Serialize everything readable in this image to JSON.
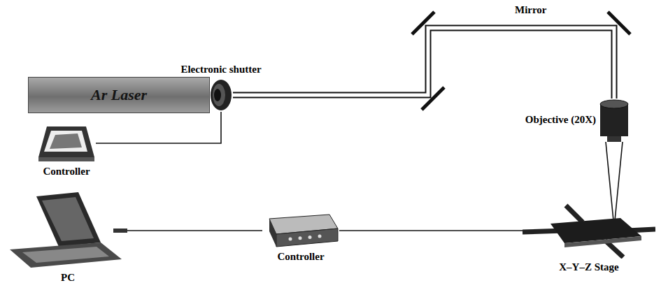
{
  "diagram": {
    "nodes": [
      {
        "text": [
          "Ar Laser"
        ]
      },
      {
        "text": [
          "Electronic shutter"
        ]
      },
      {
        "text": [
          "Controller"
        ]
      },
      {
        "text": [
          "Objective (20X)"
        ]
      },
      {
        "text": [
          "PC"
        ]
      },
      {
        "text": [
          "Controller"
        ]
      },
      {
        "text": [
          "X–Y–Z Stage"
        ]
      }
    ],
    "edges": [
      {
        "from": 1,
        "to": 3,
        "arrow": "none"
      },
      {
        "from": 1,
        "to": 2,
        "arrow": "none"
      },
      {
        "from": 4,
        "to": 5,
        "arrow": "none"
      },
      {
        "from": 5,
        "to": 6,
        "arrow": "none"
      },
      {
        "from": 3,
        "to": 6,
        "arrow": "none"
      }
    ],
    "labels": [
      "Mirror"
    ]
  }
}
